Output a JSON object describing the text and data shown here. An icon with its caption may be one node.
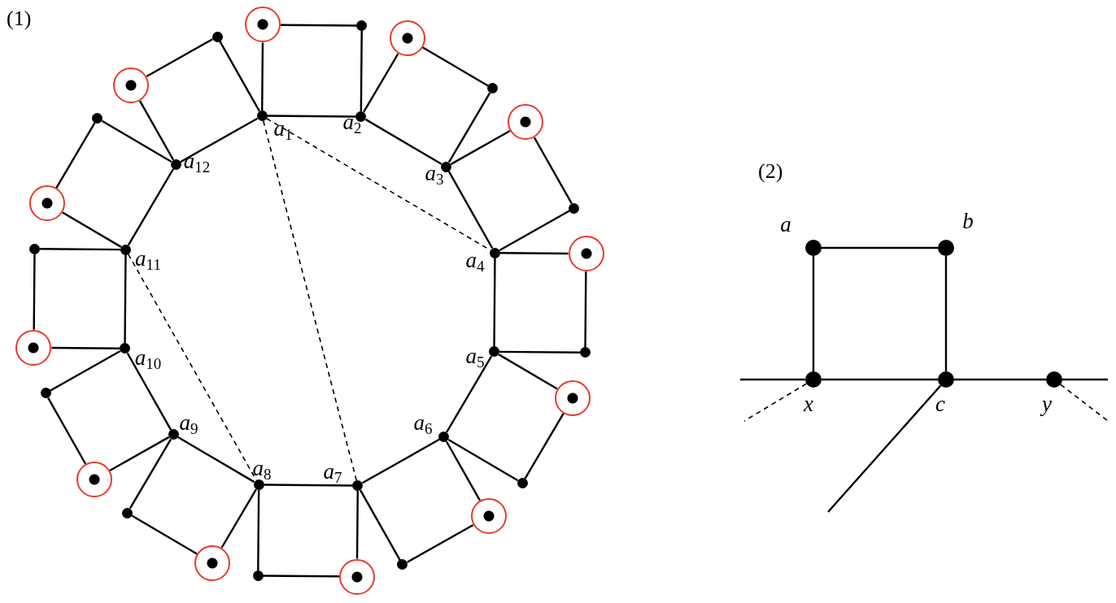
{
  "diagram": {
    "nodes": [
      {
        "text": [],
        "shape": "dot",
        "beside": [
          "a$_{1}$"
        ]
      },
      {
        "text": [],
        "shape": "ring"
      },
      {
        "text": [],
        "shape": "dot"
      },
      {
        "text": [],
        "shape": "dot",
        "beside": [
          "a$_{2}$"
        ]
      },
      {
        "text": [],
        "shape": "ring"
      },
      {
        "text": [],
        "shape": "dot"
      },
      {
        "text": [],
        "shape": "dot",
        "beside": [
          "a$_{3}$"
        ]
      },
      {
        "text": [],
        "shape": "ring"
      },
      {
        "text": [],
        "shape": "dot"
      },
      {
        "text": [],
        "shape": "dot",
        "beside": [
          "a$_{4}$"
        ]
      },
      {
        "text": [],
        "shape": "ring"
      },
      {
        "text": [],
        "shape": "dot"
      },
      {
        "text": [],
        "shape": "dot",
        "beside": [
          "a$_{5}$"
        ]
      },
      {
        "text": [],
        "shape": "ring"
      },
      {
        "text": [],
        "shape": "dot"
      },
      {
        "text": [],
        "shape": "dot",
        "beside": [
          "a$_{6}$"
        ]
      },
      {
        "text": [],
        "shape": "ring"
      },
      {
        "text": [],
        "shape": "dot"
      },
      {
        "text": [],
        "shape": "dot",
        "beside": [
          "a$_{7}$"
        ]
      },
      {
        "text": [],
        "shape": "ring"
      },
      {
        "text": [],
        "shape": "dot"
      },
      {
        "text": [],
        "shape": "dot",
        "beside": [
          "a$_{8}$"
        ]
      },
      {
        "text": [],
        "shape": "ring"
      },
      {
        "text": [],
        "shape": "dot"
      },
      {
        "text": [],
        "shape": "dot",
        "beside": [
          "a$_{9}$"
        ]
      },
      {
        "text": [],
        "shape": "ring"
      },
      {
        "text": [],
        "shape": "dot"
      },
      {
        "text": [],
        "shape": "dot",
        "beside": [
          "a$_{10}$"
        ]
      },
      {
        "text": [],
        "shape": "ring"
      },
      {
        "text": [],
        "shape": "dot"
      },
      {
        "text": [],
        "shape": "dot",
        "beside": [
          "a$_{11}$"
        ]
      },
      {
        "text": [],
        "shape": "ring"
      },
      {
        "text": [],
        "shape": "dot"
      },
      {
        "text": [],
        "shape": "dot",
        "beside": [
          "a$_{12}$"
        ]
      },
      {
        "text": [],
        "shape": "ring"
      },
      {
        "text": [],
        "shape": "dot"
      },
      {
        "text": [],
        "shape": "dot",
        "beside": [
          "a"
        ]
      },
      {
        "text": [],
        "shape": "dot",
        "beside": [
          "b"
        ]
      },
      {
        "text": [],
        "shape": "dot",
        "beside": [
          "x"
        ]
      },
      {
        "text": [],
        "shape": "dot",
        "beside": [
          "c"
        ]
      },
      {
        "text": [],
        "shape": "dot",
        "beside": [
          "y"
        ]
      }
    ],
    "edges": [
      {
        "from": 0,
        "to": 3,
        "arrow": "none"
      },
      {
        "from": 0,
        "to": 1,
        "arrow": "none"
      },
      {
        "from": 1,
        "to": 2,
        "arrow": "none"
      },
      {
        "from": 2,
        "to": 3,
        "arrow": "none"
      },
      {
        "from": 3,
        "to": 6,
        "arrow": "none"
      },
      {
        "from": 3,
        "to": 4,
        "arrow": "none"
      },
      {
        "from": 4,
        "to": 5,
        "arrow": "none"
      },
      {
        "from": 5,
        "to": 6,
        "arrow": "none"
      },
      {
        "from": 6,
        "to": 9,
        "arrow": "none"
      },
      {
        "from": 6,
        "to": 7,
        "arrow": "none"
      },
      {
        "from": 7,
        "to": 8,
        "arrow": "none"
      },
      {
        "from": 8,
        "to": 9,
        "arrow": "none"
      },
      {
        "from": 9,
        "to": 12,
        "arrow": "none"
      },
      {
        "from": 9,
        "to": 10,
        "arrow": "none"
      },
      {
        "from": 10,
        "to": 11,
        "arrow": "none"
      },
      {
        "from": 11,
        "to": 12,
        "arrow": "none"
      },
      {
        "from": 12,
        "to": 15,
        "arrow": "none"
      },
      {
        "from": 12,
        "to": 13,
        "arrow": "none"
      },
      {
        "from": 13,
        "to": 14,
        "arrow": "none"
      },
      {
        "from": 14,
        "to": 15,
        "arrow": "none"
      },
      {
        "from": 15,
        "to": 18,
        "arrow": "none"
      },
      {
        "from": 15,
        "to": 16,
        "arrow": "none"
      },
      {
        "from": 16,
        "to": 17,
        "arrow": "none"
      },
      {
        "from": 17,
        "to": 18,
        "arrow": "none"
      },
      {
        "from": 18,
        "to": 21,
        "arrow": "none"
      },
      {
        "from": 18,
        "to": 19,
        "arrow": "none"
      },
      {
        "from": 19,
        "to": 20,
        "arrow": "none"
      },
      {
        "from": 20,
        "to": 21,
        "arrow": "none"
      },
      {
        "from": 21,
        "to": 24,
        "arrow": "none"
      },
      {
        "from": 21,
        "to": 22,
        "arrow": "none"
      },
      {
        "from": 22,
        "to": 23,
        "arrow": "none"
      },
      {
        "from": 23,
        "to": 24,
        "arrow": "none"
      },
      {
        "from": 24,
        "to": 27,
        "arrow": "none"
      },
      {
        "from": 24,
        "to": 25,
        "arrow": "none"
      },
      {
        "from": 25,
        "to": 26,
        "arrow": "none"
      },
      {
        "from": 26,
        "to": 27,
        "arrow": "none"
      },
      {
        "from": 27,
        "to": 30,
        "arrow": "none"
      },
      {
        "from": 27,
        "to": 28,
        "arrow": "none"
      },
      {
        "from": 28,
        "to": 29,
        "arrow": "none"
      },
      {
        "from": 29,
        "to": 30,
        "arrow": "none"
      },
      {
        "from": 30,
        "to": 33,
        "arrow": "none"
      },
      {
        "from": 30,
        "to": 31,
        "arrow": "none"
      },
      {
        "from": 31,
        "to": 32,
        "arrow": "none"
      },
      {
        "from": 32,
        "to": 33,
        "arrow": "none"
      },
      {
        "from": 33,
        "to": 0,
        "arrow": "none"
      },
      {
        "from": 33,
        "to": 34,
        "arrow": "none"
      },
      {
        "from": 34,
        "to": 35,
        "arrow": "none"
      },
      {
        "from": 35,
        "to": 0,
        "arrow": "none"
      },
      {
        "from": 0,
        "to": 9,
        "arrow": "none",
        "style": "dashed"
      },
      {
        "from": 0,
        "to": 18,
        "arrow": "none",
        "style": "dashed"
      },
      {
        "from": 30,
        "to": 21,
        "arrow": "none",
        "style": "dashed"
      },
      {
        "from": 36,
        "to": 37,
        "arrow": "none"
      },
      {
        "from": 36,
        "to": 38,
        "arrow": "none"
      },
      {
        "from": 37,
        "to": 39,
        "arrow": "none"
      },
      {
        "from": 38,
        "to": 39,
        "arrow": "none"
      },
      {
        "from": 39,
        "to": 40,
        "arrow": "none"
      },
      {
        "from": null,
        "to": 38,
        "arrow": "none"
      },
      {
        "from": 40,
        "to": null,
        "arrow": "none"
      },
      {
        "from": 38,
        "to": null,
        "arrow": "none",
        "style": "dashed"
      },
      {
        "from": 40,
        "to": null,
        "arrow": "none",
        "style": "dashed"
      },
      {
        "from": 39,
        "to": null,
        "arrow": "none"
      }
    ],
    "labels": [
      "(1)",
      "(2)"
    ]
  }
}
